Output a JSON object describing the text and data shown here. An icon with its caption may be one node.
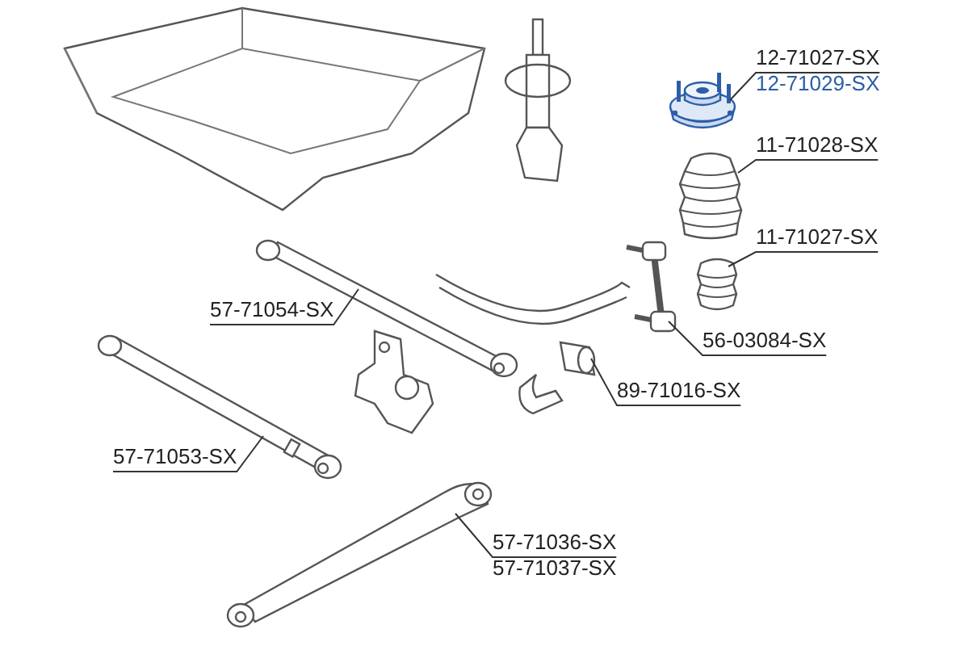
{
  "diagram": {
    "nodes": [
      {
        "text": [
          "12-71027-SX",
          "12-71029-SX"
        ]
      },
      {
        "text": [],
        "shape": "picture"
      },
      {
        "text": [
          "11-71028-SX"
        ]
      },
      {
        "text": [],
        "shape": "picture"
      },
      {
        "text": [
          "11-71027-SX"
        ]
      },
      {
        "text": [],
        "shape": "picture"
      },
      {
        "text": [
          "57-71054-SX"
        ]
      },
      {
        "text": [],
        "shape": "picture"
      },
      {
        "text": [
          "56-03084-SX"
        ]
      },
      {
        "text": [],
        "shape": "picture"
      },
      {
        "text": [
          "89-71016-SX"
        ]
      },
      {
        "text": [],
        "shape": "picture"
      },
      {
        "text": [
          "57-71053-SX"
        ]
      },
      {
        "text": [],
        "shape": "picture"
      },
      {
        "text": [
          "57-71036-SX",
          "57-71037-SX"
        ]
      },
      {
        "text": [],
        "shape": "picture"
      }
    ],
    "edges": [
      {
        "from": 0,
        "to": 1,
        "arrow": "none"
      },
      {
        "from": 2,
        "to": 3,
        "arrow": "none"
      },
      {
        "from": 4,
        "to": 5,
        "arrow": "none"
      },
      {
        "from": 6,
        "to": 7,
        "arrow": "none"
      },
      {
        "from": 8,
        "to": 9,
        "arrow": "none"
      },
      {
        "from": 10,
        "to": 11,
        "arrow": "none"
      },
      {
        "from": 12,
        "to": 13,
        "arrow": "none"
      },
      {
        "from": 14,
        "to": 15,
        "arrow": "none"
      }
    ]
  }
}
